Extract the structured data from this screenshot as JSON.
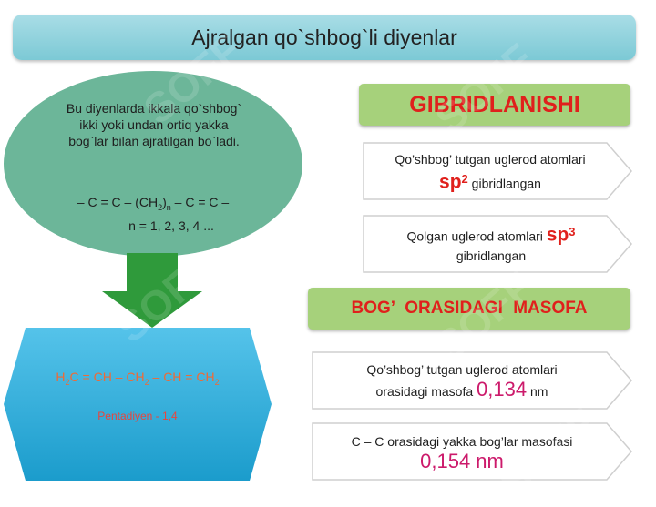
{
  "title": "Ajralgan qo`shbog`li diyenlar",
  "definition": {
    "text": "Bu diyenlarda ikkala qo`shbog` ikki yoki undan ortiq yakka bog`lar bilan ajratilgan bo`ladi.",
    "formula_a": "– C = C – (CH",
    "formula_sub_a": "2",
    "formula_b": ")",
    "formula_sub_b": "n",
    "formula_c": " – C = C –",
    "formula_n": "n = 1, 2, 3, 4 ..."
  },
  "example": {
    "formula_parts": [
      "H",
      "2",
      "C = CH – CH",
      "2",
      " – CH = CH",
      "2"
    ],
    "name": "Pentadiyen - 1,4"
  },
  "hybrid": {
    "header": "GIBRIDLANISHI",
    "box1_line1": "Qo’shbog’ tutgan uglerod atomlari",
    "box1_sp": "sp",
    "box1_sup": "2",
    "box1_tail": "gibridlangan",
    "box2_line1": "Qolgan uglerod atomlari",
    "box2_sp": "sp",
    "box2_sup": "3",
    "box2_tail": "gibridlangan"
  },
  "distance": {
    "header": "BOG’ ORASIDAGI MASOFA",
    "box1_line1": "Qo’shbog’ tutgan uglerod atomlari",
    "box1_line2": "orasidagi masofa",
    "box1_value": "0,134",
    "box1_unit": "nm",
    "box2_line1": "C – C orasidagi yakka bog’lar masofasi",
    "box2_value": "0,154 nm"
  },
  "watermark": "SOFF",
  "colors": {
    "title_bar": "#86cdd8",
    "oval": "#6cb699",
    "arrow": "#2f9a3b",
    "hexagon": "#2babd8",
    "header_green": "#a6d17b",
    "accent_red": "#e0201c",
    "accent_magenta": "#cc1a6b"
  }
}
